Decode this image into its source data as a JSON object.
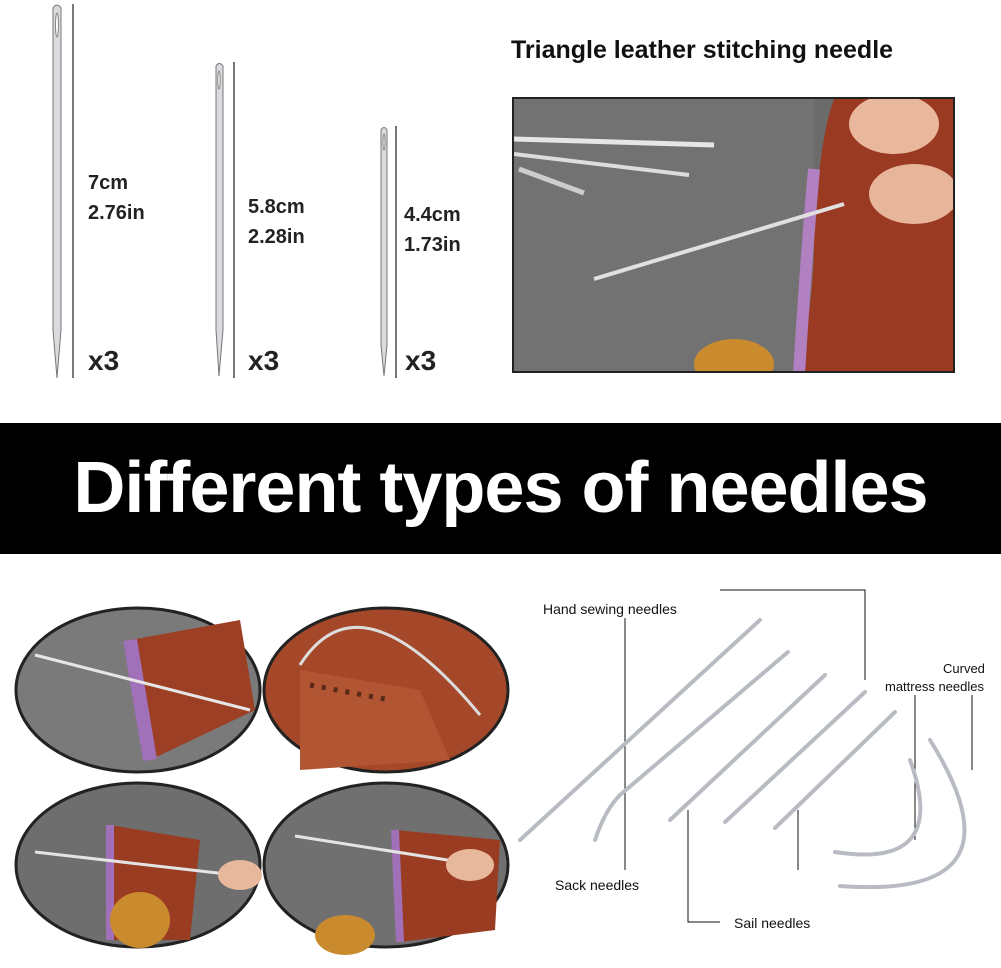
{
  "needle_sizes": [
    {
      "cm": "7cm",
      "in": "2.76in",
      "qty": "x3"
    },
    {
      "cm": "5.8cm",
      "in": "2.28in",
      "qty": "x3"
    },
    {
      "cm": "4.4cm",
      "in": "1.73in",
      "qty": "x3"
    }
  ],
  "photo_title": "Triangle leather stitching needle",
  "banner": "Different types of needles",
  "diagram_labels": {
    "hand_sewing": "Hand sewing needles",
    "curved_1": "Curved",
    "curved_2": "mattress needles",
    "sack": "Sack needles",
    "sail": "Sail needles"
  }
}
